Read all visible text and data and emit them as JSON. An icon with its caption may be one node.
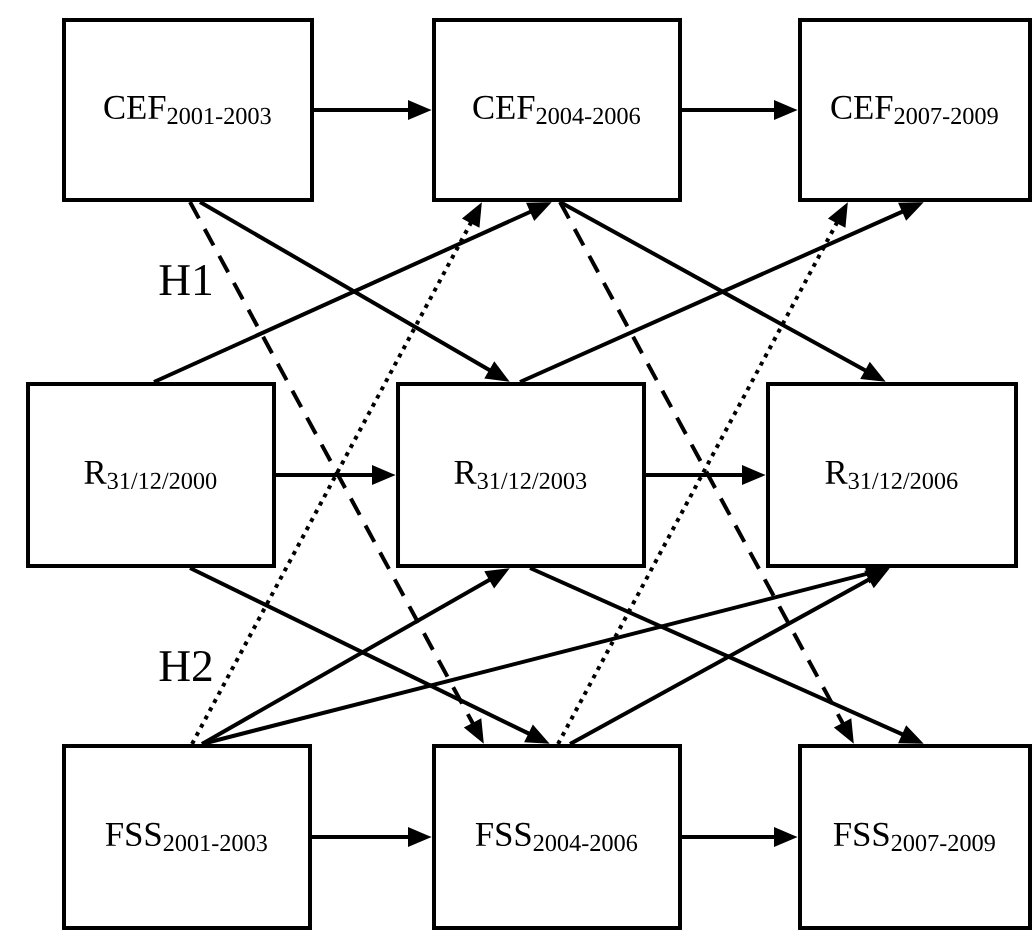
{
  "diagram": {
    "nodes": [
      {
        "text": [
          "CEF$_{2001-2003}$"
        ]
      },
      {
        "text": [
          "CEF$_{2004-2006}$"
        ]
      },
      {
        "text": [
          "CEF$_{2007-2009}$"
        ]
      },
      {
        "text": [
          "R$_{31/12/2000}$"
        ]
      },
      {
        "text": [
          "R$_{31/12/2003}$"
        ]
      },
      {
        "text": [
          "R$_{31/12/2006}$"
        ]
      },
      {
        "text": [
          "FSS$_{2001-2003}$"
        ]
      },
      {
        "text": [
          "FSS$_{2004-2006}$"
        ]
      },
      {
        "text": [
          "FSS$_{2007-2009}$"
        ]
      }
    ],
    "edges": [
      {
        "from": 0,
        "to": 1,
        "arrow": "to"
      },
      {
        "from": 1,
        "to": 2,
        "arrow": "to"
      },
      {
        "from": 3,
        "to": 4,
        "arrow": "to"
      },
      {
        "from": 4,
        "to": 5,
        "arrow": "to"
      },
      {
        "from": 6,
        "to": 7,
        "arrow": "to"
      },
      {
        "from": 7,
        "to": 8,
        "arrow": "to"
      },
      {
        "from": 0,
        "to": 4,
        "arrow": "to"
      },
      {
        "from": 1,
        "to": 5,
        "arrow": "to"
      },
      {
        "from": 3,
        "to": 1,
        "arrow": "to"
      },
      {
        "from": 4,
        "to": 2,
        "arrow": "to"
      },
      {
        "from": 0,
        "to": 7,
        "arrow": "to",
        "style": "dashed",
        "label": "H1"
      },
      {
        "from": 1,
        "to": 8,
        "arrow": "to",
        "style": "dashed"
      },
      {
        "from": 6,
        "to": 1,
        "arrow": "to",
        "style": "dashed",
        "label": "H2"
      },
      {
        "from": 7,
        "to": 2,
        "arrow": "to",
        "style": "dashed"
      },
      {
        "from": 3,
        "to": 7,
        "arrow": "to"
      },
      {
        "from": 4,
        "to": 8,
        "arrow": "to"
      },
      {
        "from": 6,
        "to": 4,
        "arrow": "to"
      },
      {
        "from": 6,
        "to": 5,
        "arrow": "to"
      },
      {
        "from": 7,
        "to": 5,
        "arrow": "to"
      }
    ]
  }
}
